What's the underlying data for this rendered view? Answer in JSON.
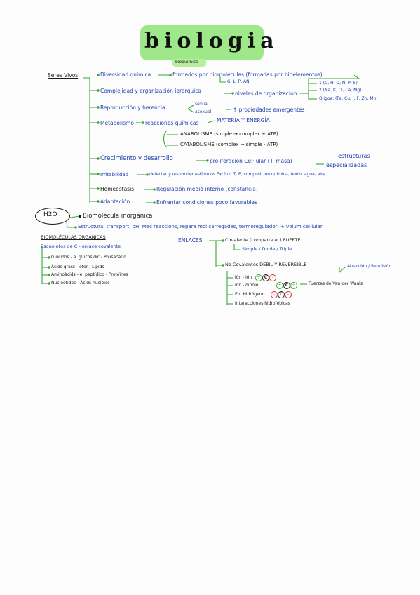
{
  "title": "biologia",
  "subtitle": "bioquímica",
  "colors": {
    "highlight": "#9ee88a",
    "ink_blue": "#1f3fae",
    "ink_black": "#1a1a1a",
    "ink_green": "#3aa835",
    "red": "#d9302c"
  },
  "seres_vivos": {
    "label": "Seres Vivos",
    "biodiversidad": "Diversidad química",
    "formados": "formados por biomoléculas (formadas por bioelementos)",
    "gcpn": "G, L, P, AN",
    "elem1": "1 (C, H, O, N, P, S)",
    "elem2": "2 (Na, K, Cl, Ca, Mg)",
    "elem3": "Oligoe. (Fe, Cu, I, F, Zn, Mn)",
    "complejidad": "Complejidad y organización jerarquica",
    "niveles": "niveles de organización",
    "reproduccion": "Reproducción y herencia",
    "sexual": "sexual",
    "asexual": "asexual",
    "propiedades": "↑ propiedades emergentes",
    "metabolismo": "Metabolismo",
    "reacciones": "reacciones químicas",
    "materia": "MATERIA Y ENERGÍA",
    "anabolisme": "ANABOLISME (simple → complex + ATP)",
    "catabolisme": "CATABOLISME (complex → simple - ATP)",
    "crecimiento": "Crecimiento y desarrollo",
    "proliferacion": "proliferación Cel·lular (+ masa)",
    "estructuras": "estructuras",
    "especializadas": "especializadas",
    "irritabilidad": "Irritabilidad",
    "detectar": "detectar y responder estímulos Ex: luz, T, P, composición química, texto, agua, aire",
    "homeostasis": "Homeostasis",
    "regulacion": "Regulación medio interno (constancia)",
    "adaptacion": "Adaptación",
    "enfrentar": "Enfrentar condiciones poco favorables"
  },
  "h2o": {
    "label": "H2O",
    "biomolecula": "Biomolécula inorgánica",
    "estructura": "Estructura, transport, pH, Mec reaccions, repara mol carregades, termoregulador, + volum cel·lular"
  },
  "organicas": {
    "heading": "BIOMOLÉCULAS ORGÁNICAS",
    "esqueletos": "Esqueletos de C - enlace covalente",
    "items": [
      "Glúcidos - e. glucosídic - Polisacárid",
      "Àcids grass - èter - Lípids",
      "Aminoàcids - e. peptídico - Proteïnes",
      "Nucleótidos - Àcids nucleics"
    ]
  },
  "enlaces": {
    "label": "ENLACES",
    "covalente": "Covalente (comparte e⁻) FUERTE",
    "tipos": "Simple / Doble / Triple",
    "no_covalentes": "No Covalentes DÉBIL Y REVERSIBLE",
    "atraccion": "Atracción / Repulsión",
    "ion_ion": "ión - ión",
    "ion_dipolo": "ión - dipolo",
    "hidrogeno": "En. Hidrógeno",
    "fuerzas": "Fuerzas de Van der Waals",
    "hidrofobicas": "Interacciones hidrofóbicas",
    "sign_pos": "+",
    "sign_neg": "-",
    "sign_c": "C"
  }
}
